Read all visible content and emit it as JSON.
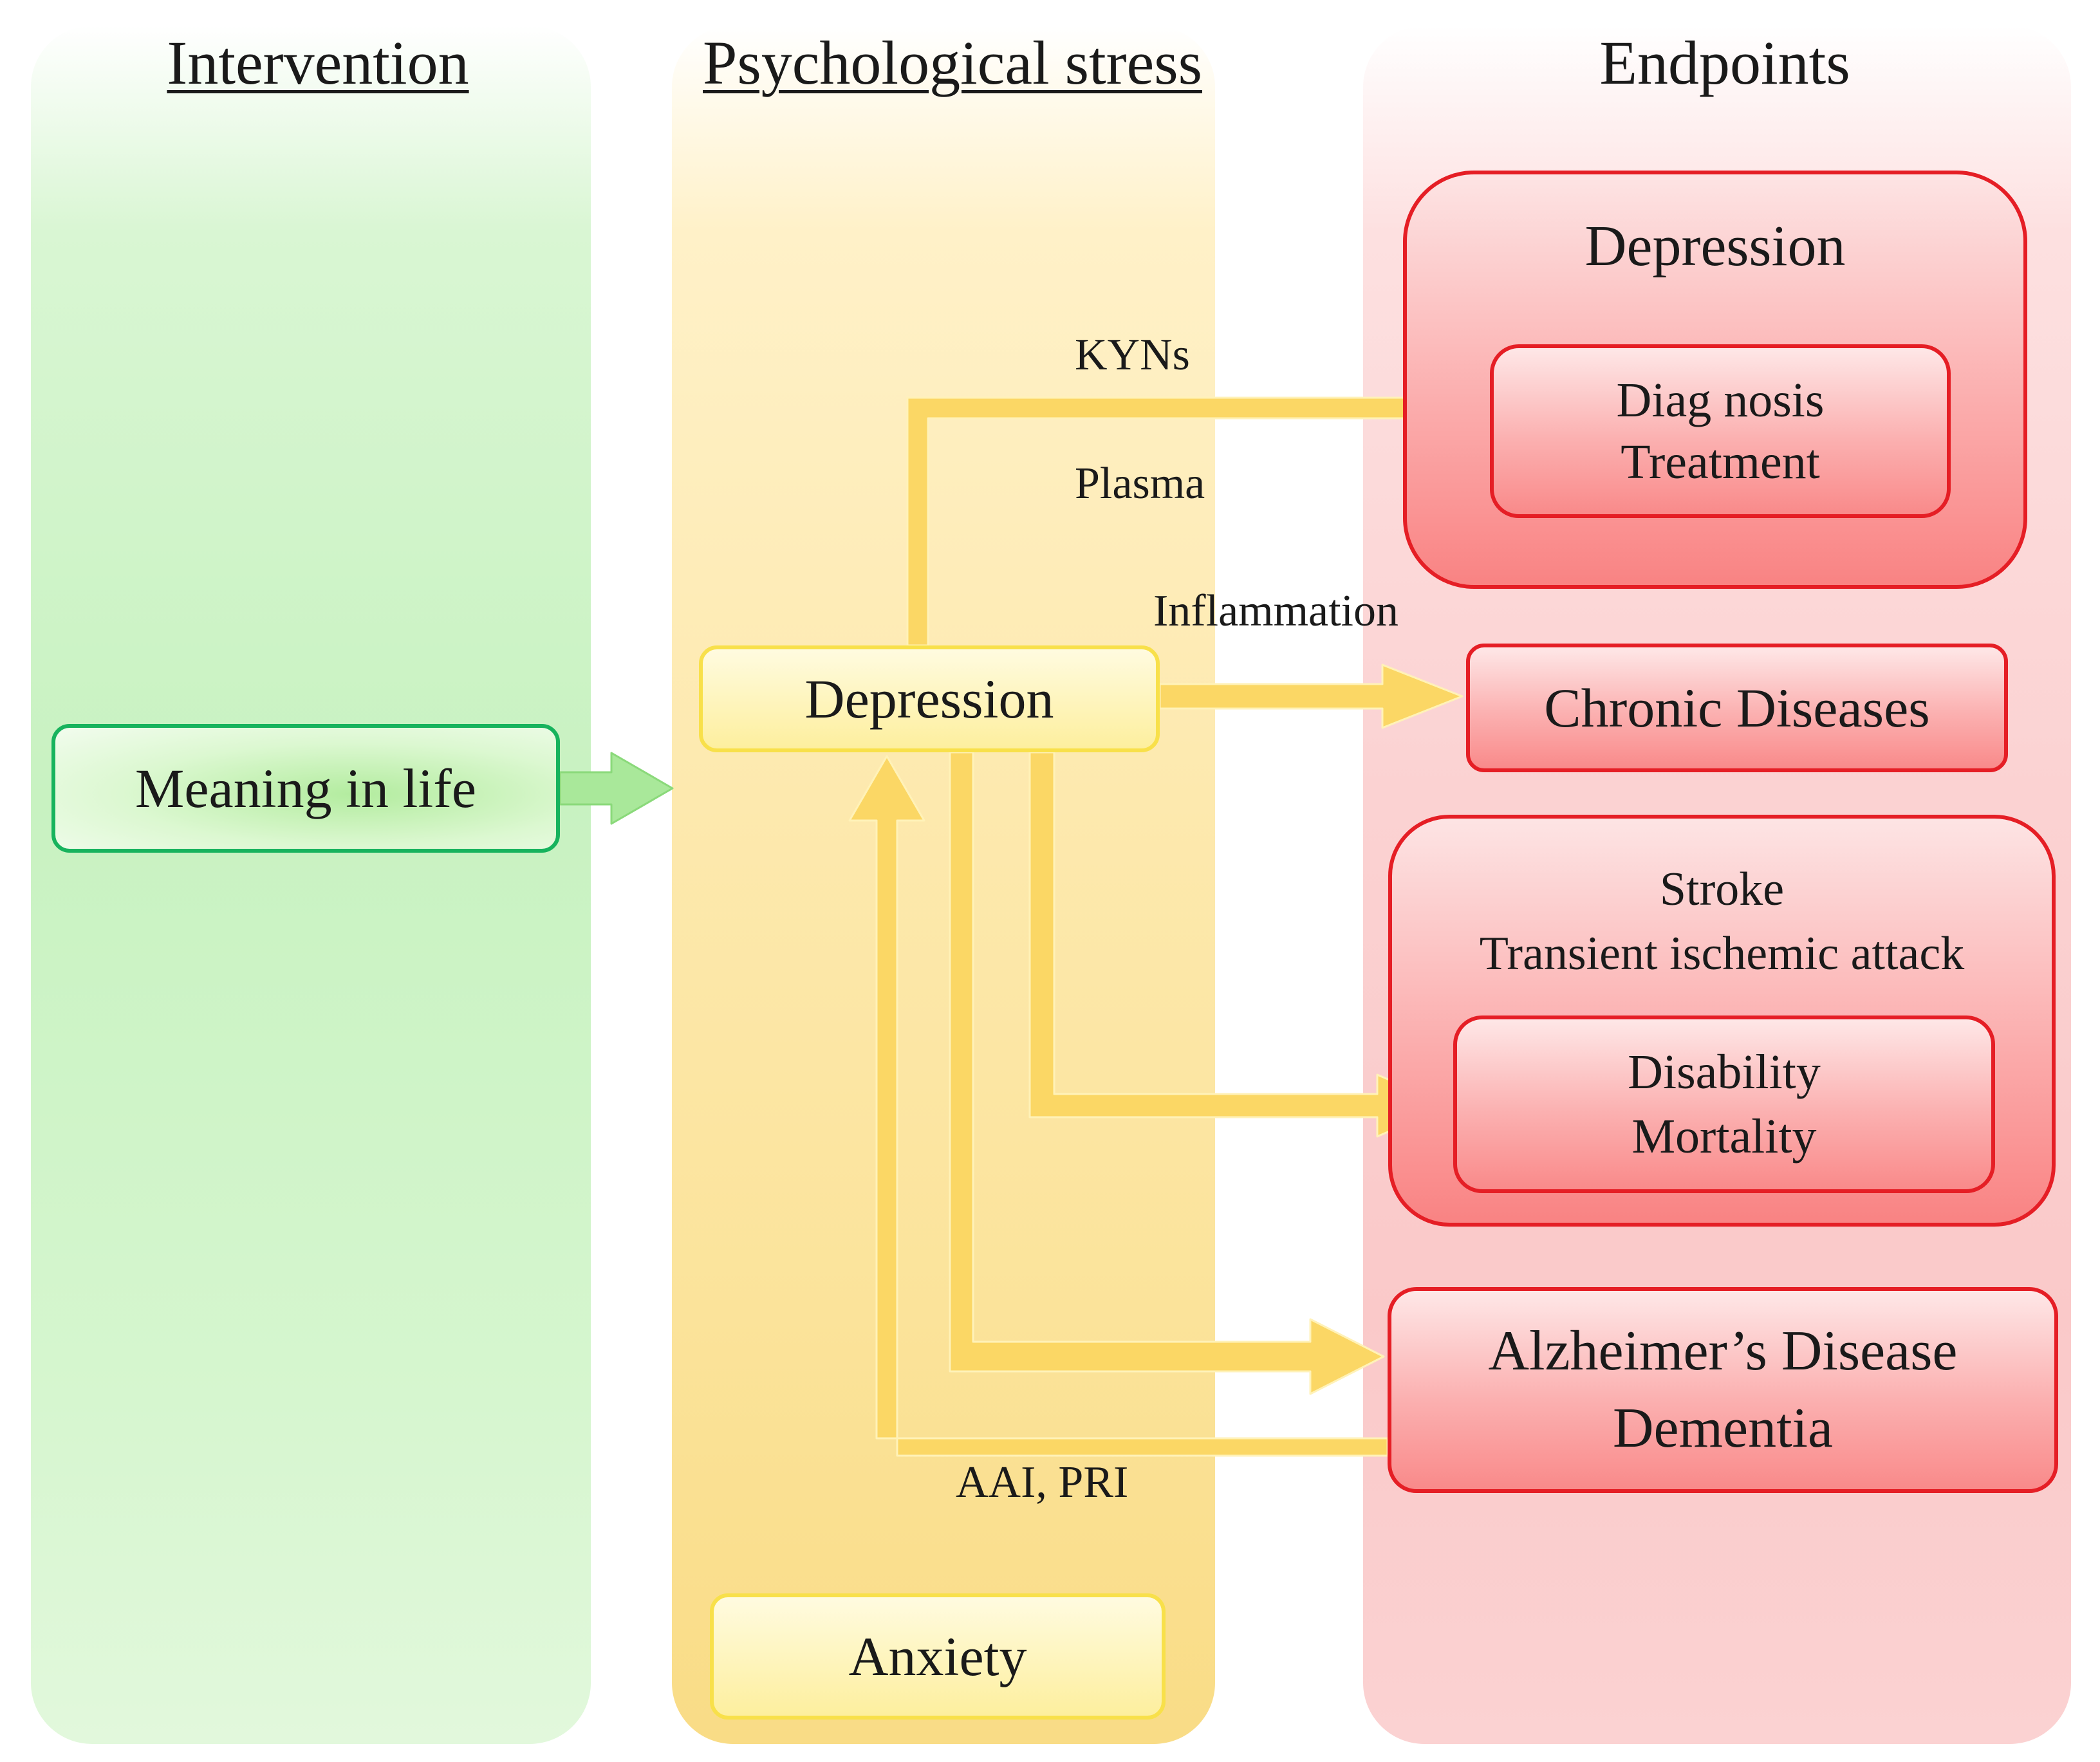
{
  "columns": {
    "intervention": "Intervention",
    "psychological_stress": "Psychological stress",
    "endpoints": "Endpoints"
  },
  "nodes": {
    "meaning_in_life": "Meaning in life",
    "depression_stress": "Depression",
    "anxiety": "Anxiety",
    "depression_endpoint": "Depression",
    "diagnosis": [
      "Diag nosis",
      "Treatment"
    ],
    "chronic_diseases": "Chronic Diseases",
    "stroke": [
      "Stroke",
      "Transient ischemic attack"
    ],
    "disability": [
      "Disability",
      "Mortality"
    ],
    "alzheimers": [
      "Alzheimer’s Disease",
      "Dementia"
    ]
  },
  "edge_labels": {
    "kyns": "KYNs",
    "plasma": "Plasma",
    "inflammation": "Inflammation",
    "aai_pri": "AAI, PRI"
  },
  "colors": {
    "green_border": "#17b35d",
    "green_arrow": "#a9e89a",
    "yellow_border": "#f8e04a",
    "yellow_arrow": "#fbd765",
    "red_border": "#e51e25"
  }
}
